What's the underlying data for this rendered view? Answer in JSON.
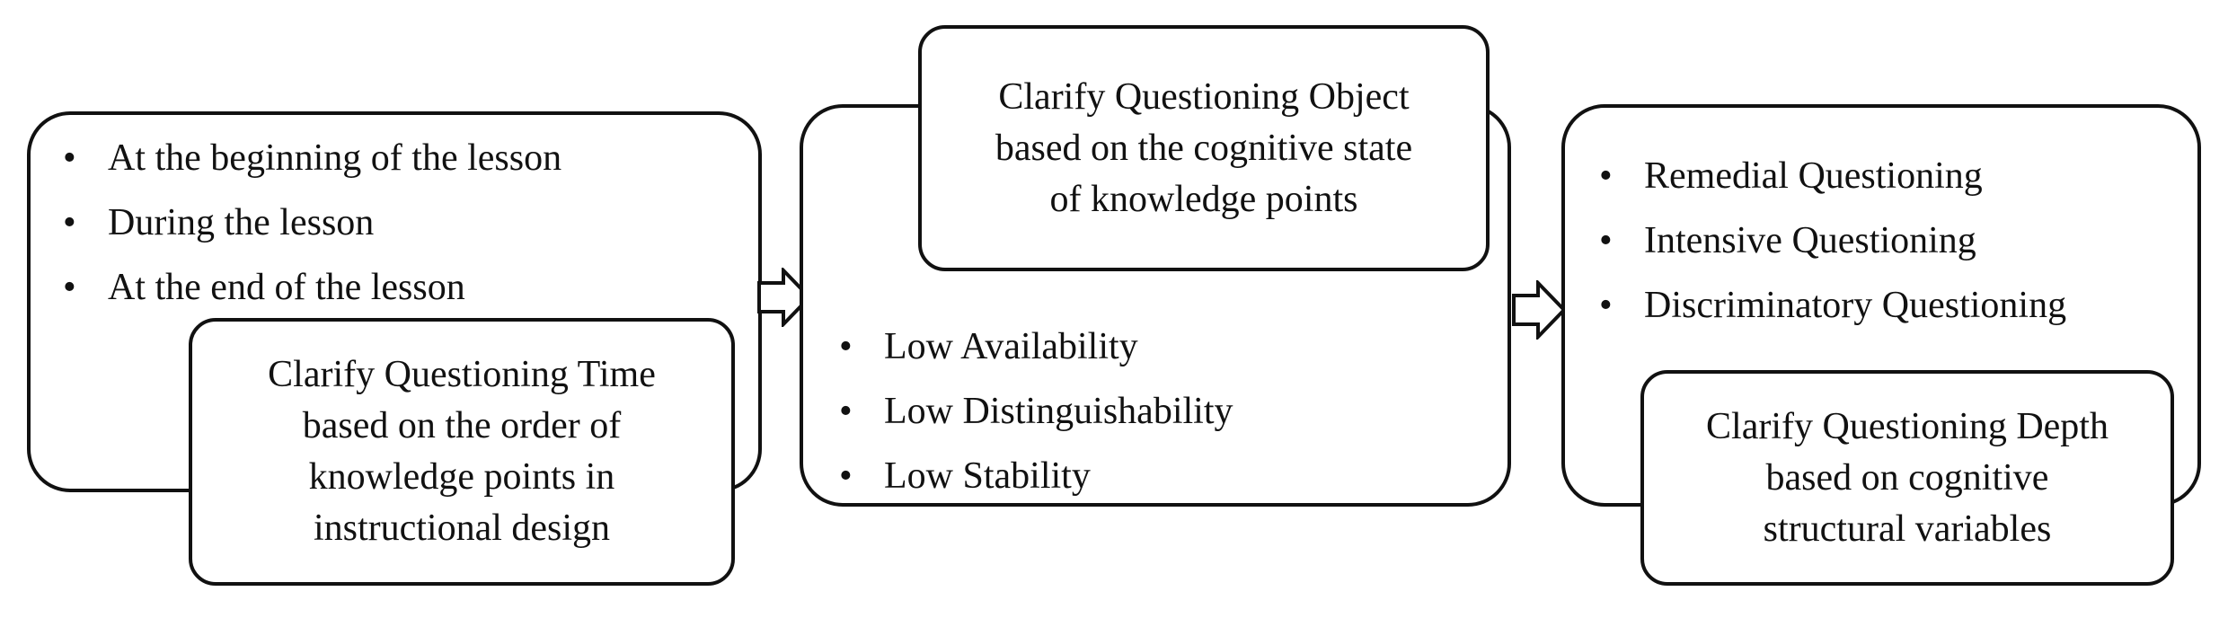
{
  "stages": [
    {
      "bullets": [
        "At the beginning  of  the lesson",
        "During the lesson",
        "At the end of the lesson"
      ],
      "inner_lines": [
        "Clarify Questioning Time",
        "based on the order of",
        "knowledge points in",
        "instructional  design"
      ]
    },
    {
      "bullets": [
        "Low Availability",
        "Low Distinguishability",
        "Low Stability"
      ],
      "inner_lines": [
        "Clarify  Questioning Object",
        "based on the cognitive state",
        "of knowledge  points"
      ]
    },
    {
      "bullets": [
        "Remedial Questioning",
        "Intensive Questioning",
        "Discriminatory  Questioning"
      ],
      "inner_lines": [
        "Clarify Questioning Depth",
        "based on cognitive",
        "structural variables"
      ]
    }
  ],
  "colors": {
    "stroke": "#111111",
    "fill": "#ffffff"
  },
  "icons": {
    "connector": "hollow-right-arrow-icon"
  }
}
